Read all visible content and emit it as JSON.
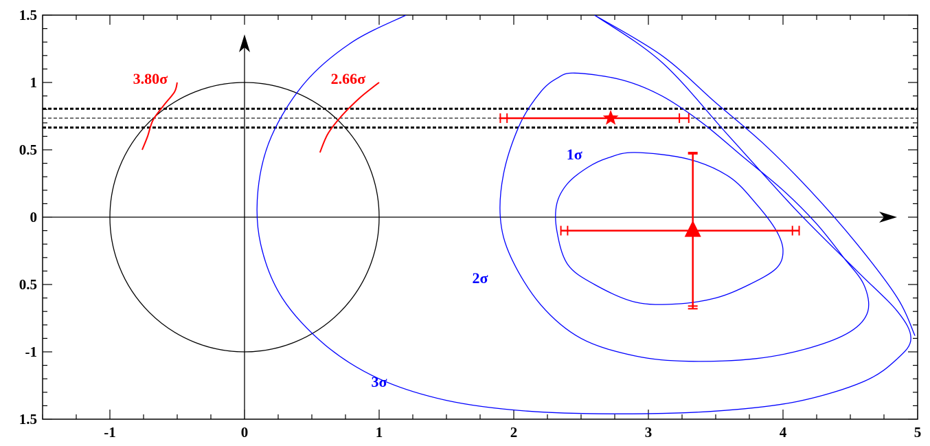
{
  "chart_data": {
    "type": "scatter",
    "xlim": [
      -1.5,
      5
    ],
    "ylim": [
      -1.5,
      1.5
    ],
    "x_ticks": [
      {
        "value": -1,
        "label": "-1"
      },
      {
        "value": 0,
        "label": "0"
      },
      {
        "value": 1,
        "label": "1"
      },
      {
        "value": 2,
        "label": "2"
      },
      {
        "value": 3,
        "label": "3"
      },
      {
        "value": 4,
        "label": "4"
      },
      {
        "value": 5,
        "label": "5"
      }
    ],
    "y_ticks": [
      {
        "value": 1.5,
        "label": "1.5"
      },
      {
        "value": 1,
        "label": "1"
      },
      {
        "value": 0.5,
        "label": "0.5"
      },
      {
        "value": 0,
        "label": "0"
      },
      {
        "value": -0.5,
        "label": "0.5"
      },
      {
        "value": -1,
        "label": "-1"
      },
      {
        "value": -1.5,
        "label": "1.5"
      }
    ],
    "grid": false,
    "colors": {
      "contour": "#0000ff",
      "marker": "#ff0000",
      "frame": "#000000"
    },
    "unit_circle": {
      "center": [
        0,
        0
      ],
      "radius": 1
    },
    "horizontal_band": {
      "central": 0.735,
      "lower": 0.665,
      "upper": 0.805
    },
    "contours": [
      {
        "label": "1σ",
        "label_pos": [
          2.45,
          0.47
        ],
        "closed": true,
        "points": [
          [
            2.9,
            0.48
          ],
          [
            3.3,
            0.43
          ],
          [
            3.6,
            0.3
          ],
          [
            3.8,
            0.1
          ],
          [
            3.95,
            -0.1
          ],
          [
            4.0,
            -0.25
          ],
          [
            3.95,
            -0.38
          ],
          [
            3.75,
            -0.5
          ],
          [
            3.5,
            -0.6
          ],
          [
            3.2,
            -0.645
          ],
          [
            2.9,
            -0.63
          ],
          [
            2.6,
            -0.5
          ],
          [
            2.4,
            -0.35
          ],
          [
            2.32,
            -0.1
          ],
          [
            2.32,
            0.1
          ],
          [
            2.4,
            0.25
          ],
          [
            2.55,
            0.37
          ],
          [
            2.7,
            0.44
          ]
        ]
      },
      {
        "label": "2σ",
        "label_pos": [
          1.75,
          -0.45
        ],
        "closed": true,
        "points": [
          [
            2.45,
            1.07
          ],
          [
            2.8,
            1.02
          ],
          [
            3.1,
            0.9
          ],
          [
            3.4,
            0.7
          ],
          [
            3.7,
            0.45
          ],
          [
            4.0,
            0.2
          ],
          [
            4.25,
            -0.05
          ],
          [
            4.45,
            -0.3
          ],
          [
            4.6,
            -0.5
          ],
          [
            4.63,
            -0.7
          ],
          [
            4.5,
            -0.85
          ],
          [
            4.2,
            -0.97
          ],
          [
            3.8,
            -1.05
          ],
          [
            3.3,
            -1.07
          ],
          [
            2.9,
            -1.03
          ],
          [
            2.5,
            -0.9
          ],
          [
            2.2,
            -0.65
          ],
          [
            1.98,
            -0.3
          ],
          [
            1.9,
            0.0
          ],
          [
            1.93,
            0.35
          ],
          [
            2.05,
            0.7
          ],
          [
            2.2,
            0.93
          ],
          [
            2.32,
            1.03
          ]
        ]
      },
      {
        "label": "3σ",
        "label_pos": [
          1.0,
          -1.22
        ],
        "closed": false,
        "points": [
          [
            1.2,
            1.5
          ],
          [
            0.8,
            1.3
          ],
          [
            0.45,
            1.0
          ],
          [
            0.2,
            0.6
          ],
          [
            0.1,
            0.2
          ],
          [
            0.12,
            -0.2
          ],
          [
            0.28,
            -0.6
          ],
          [
            0.6,
            -0.95
          ],
          [
            1.0,
            -1.2
          ],
          [
            1.5,
            -1.36
          ],
          [
            2.1,
            -1.44
          ],
          [
            2.8,
            -1.46
          ],
          [
            3.5,
            -1.44
          ],
          [
            4.1,
            -1.37
          ],
          [
            4.6,
            -1.22
          ],
          [
            4.85,
            -1.05
          ],
          [
            4.95,
            -0.9
          ],
          [
            4.85,
            -0.7
          ],
          [
            4.55,
            -0.4
          ],
          [
            4.1,
            0.05
          ],
          [
            3.6,
            0.6
          ],
          [
            3.1,
            1.15
          ],
          [
            2.6,
            1.5
          ]
        ]
      },
      {
        "label": "",
        "closed": false,
        "points": [
          [
            2.6,
            1.5
          ],
          [
            3.1,
            1.2
          ],
          [
            3.5,
            0.85
          ],
          [
            3.85,
            0.55
          ],
          [
            4.2,
            0.2
          ],
          [
            4.55,
            -0.2
          ],
          [
            4.85,
            -0.6
          ],
          [
            4.98,
            -0.88
          ]
        ]
      }
    ],
    "red_curves": [
      {
        "label": "3.80σ",
        "label_pos": [
          -0.7,
          1.03
        ],
        "points": [
          [
            -0.76,
            0.5
          ],
          [
            -0.72,
            0.6
          ],
          [
            -0.68,
            0.72
          ],
          [
            -0.6,
            0.83
          ],
          [
            -0.52,
            0.93
          ],
          [
            -0.5,
            1.0
          ]
        ]
      },
      {
        "label": "2.66σ",
        "label_pos": [
          0.77,
          1.03
        ],
        "points": [
          [
            0.56,
            0.48
          ],
          [
            0.62,
            0.62
          ],
          [
            0.72,
            0.75
          ],
          [
            0.85,
            0.88
          ],
          [
            0.96,
            0.97
          ],
          [
            1.0,
            1.0
          ]
        ]
      }
    ],
    "points": [
      {
        "name": "star",
        "marker": "star",
        "x": 2.72,
        "y": 0.735,
        "xerr_outer": [
          1.9,
          3.3
        ],
        "xerr_inner": [
          1.95,
          3.23
        ]
      },
      {
        "name": "triangle",
        "marker": "triangle",
        "x": 3.33,
        "y": -0.1,
        "xerr_outer": [
          2.35,
          4.12
        ],
        "xerr_inner": [
          2.4,
          4.07
        ],
        "yerr_outer": [
          -0.68,
          0.48
        ],
        "yerr_inner": [
          -0.66,
          0.47
        ]
      }
    ]
  }
}
